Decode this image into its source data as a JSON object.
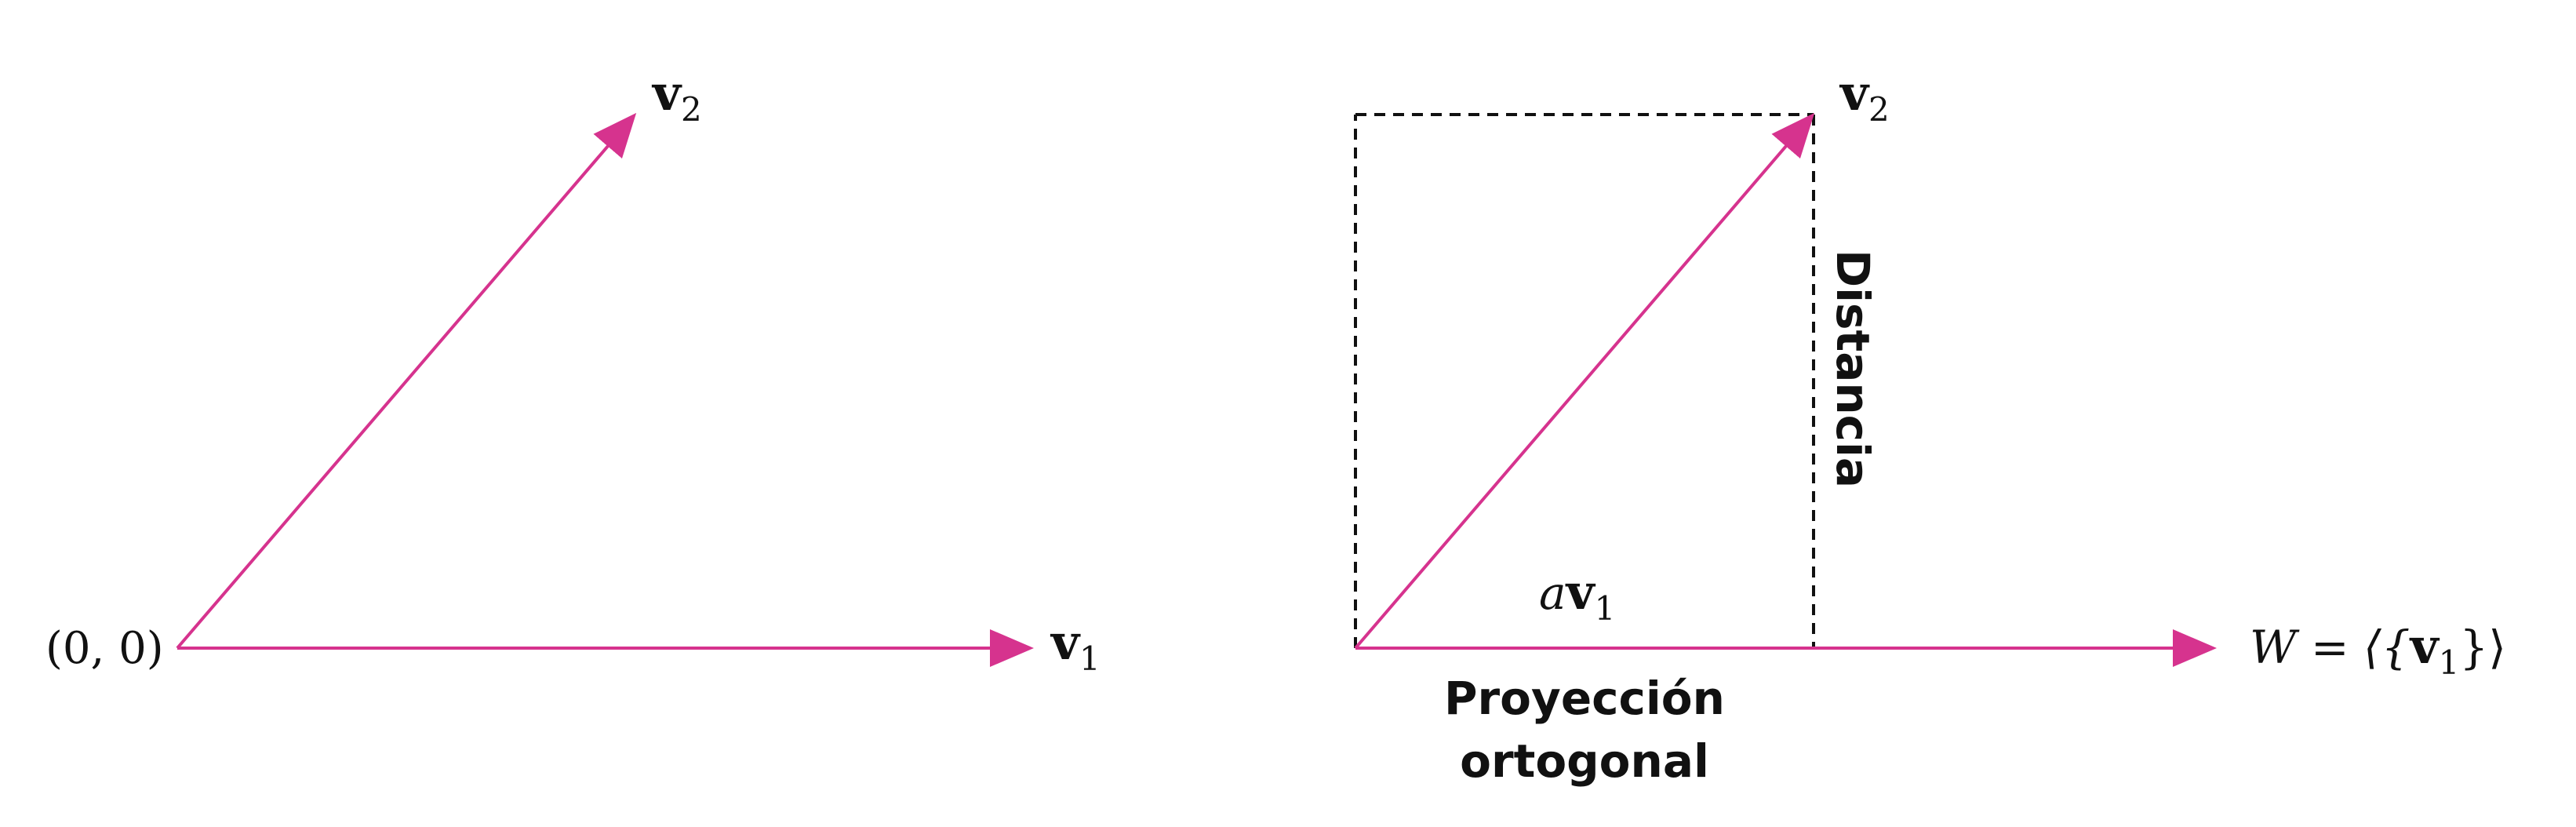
{
  "colors": {
    "vector": "#d6338e",
    "dashed": "#111111",
    "text": "#111111"
  },
  "left_diagram": {
    "origin_label": "(0, 0)",
    "v1_symbol": "v",
    "v1_sub": "1",
    "v2_symbol": "v",
    "v2_sub": "2"
  },
  "right_diagram": {
    "v2_symbol": "v",
    "v2_sub": "2",
    "distance_label": "Distancia",
    "av1_coef": "a",
    "av1_symbol": "v",
    "av1_sub": "1",
    "projection_label_line1": "Proyección",
    "projection_label_line2": "ortogonal",
    "subspace_prefix": "W = ⟨{",
    "subspace_symbol": "v",
    "subspace_sub": "1",
    "subspace_suffix": "}⟩"
  }
}
